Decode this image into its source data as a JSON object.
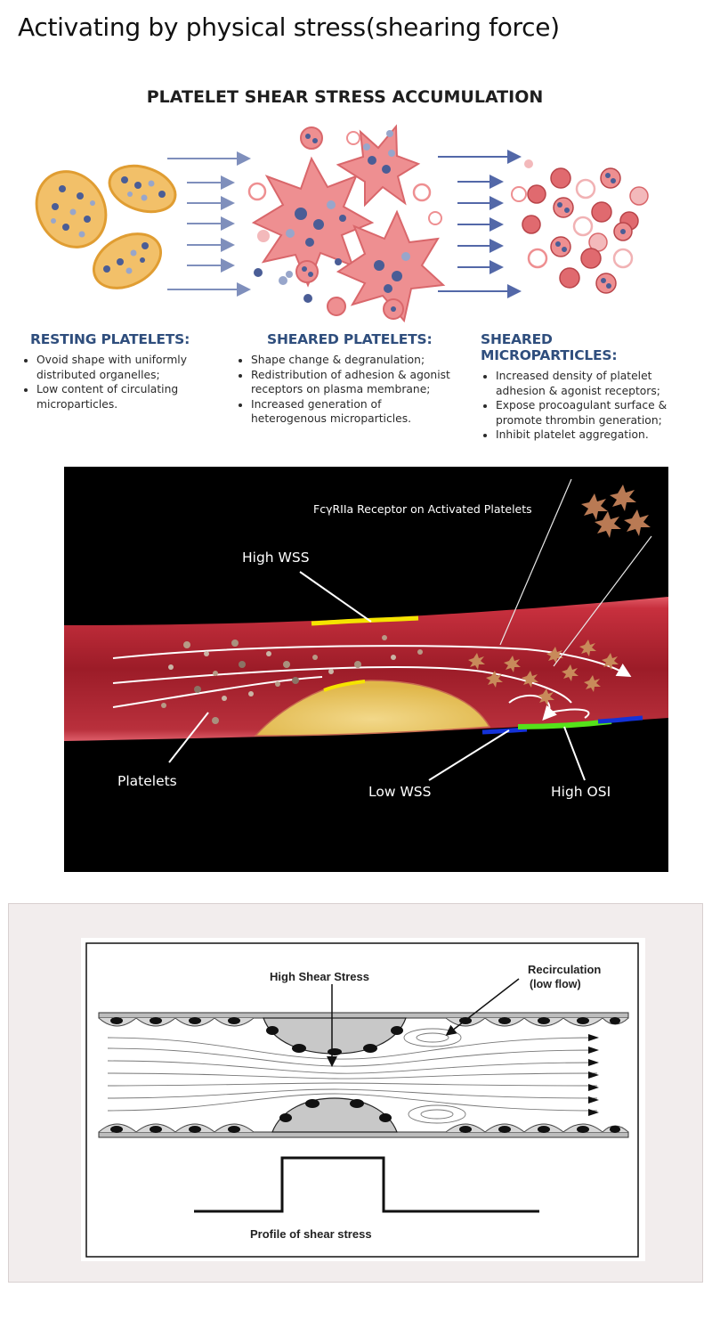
{
  "page": {
    "title": "Activating by physical stress(shearing force)"
  },
  "figure1": {
    "title": "PLATELET SHEAR STRESS ACCUMULATION",
    "columns": [
      {
        "heading": "RESTING PLATELETS:",
        "bullets": [
          "Ovoid shape with uniformly distributed organelles;",
          "Low content of circulating microparticles."
        ]
      },
      {
        "heading": "SHEARED PLATELETS:",
        "bullets": [
          "Shape change & degranulation;",
          "Redistribution of adhesion & agonist receptors on plasma membrane;",
          "Increased generation of heterogenous microparticles."
        ]
      },
      {
        "heading": "SHEARED MICROPARTICLES:",
        "bullets": [
          "Increased density of platelet adhesion & agonist receptors;",
          "Expose procoagulant surface & promote thrombin generation;",
          "Inhibit platelet aggregation."
        ]
      }
    ],
    "colors": {
      "heading": "#2f4e7d",
      "resting": "#f2c069",
      "sheared": "#ee8f91",
      "organelle": "#4a5d96",
      "arrow": "#7f8fbc"
    }
  },
  "figure2": {
    "labels": {
      "receptor": "FcγRIIa Receptor on Activated Platelets",
      "high_wss": "High WSS",
      "platelets": "Platelets",
      "low_wss": "Low WSS",
      "high_osi": "High OSI"
    },
    "colors": {
      "vessel": "#a3202e",
      "plaque": "#e7c25c",
      "high_wss": "#f5e400",
      "low_wss": "#1432d8",
      "high_osi": "#55e21a"
    }
  },
  "figure3": {
    "labels": {
      "high_shear": "High Shear Stress",
      "recirculation": "Recirculation",
      "low_flow": "(low flow)",
      "profile": "Profile of shear stress"
    }
  }
}
